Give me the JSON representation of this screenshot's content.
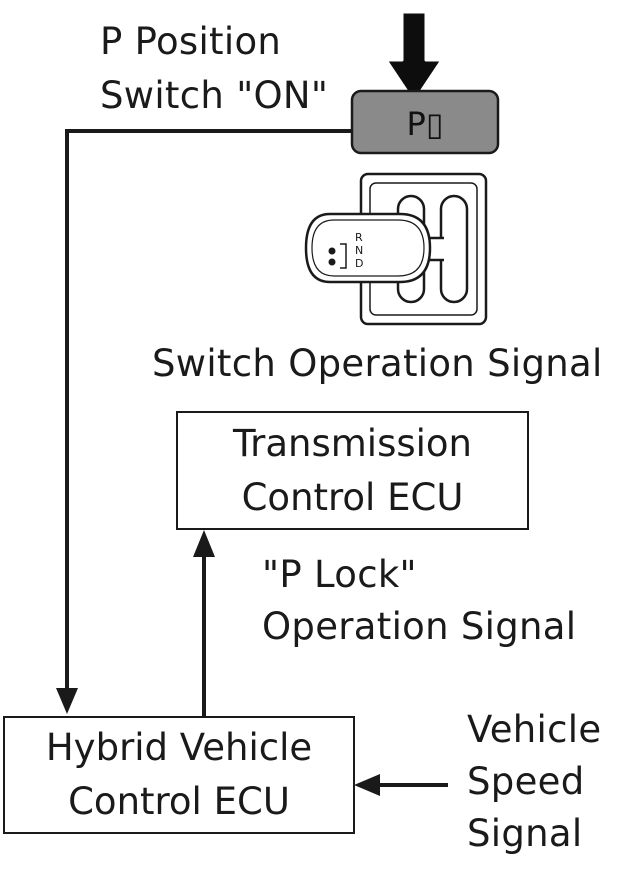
{
  "labels": {
    "p_position_line1": "P Position",
    "p_position_line2": "Switch \"ON\"",
    "p_button": "P▯",
    "shifter_positions": [
      "R",
      "N",
      "D"
    ],
    "switch_operation_signal": "Switch Operation Signal",
    "p_lock_line1": "\"P Lock\"",
    "p_lock_line2": "Operation Signal",
    "vehicle_speed_line1": "Vehicle",
    "vehicle_speed_line2": "Speed",
    "vehicle_speed_line3": "Signal"
  },
  "boxes": {
    "transmission_ecu_line1": "Transmission",
    "transmission_ecu_line2": "Control ECU",
    "hybrid_ecu_line1": "Hybrid Vehicle",
    "hybrid_ecu_line2": "Control ECU"
  },
  "colors": {
    "line": "#1a1a1a",
    "p_button_fill": "#8a8a8a"
  }
}
